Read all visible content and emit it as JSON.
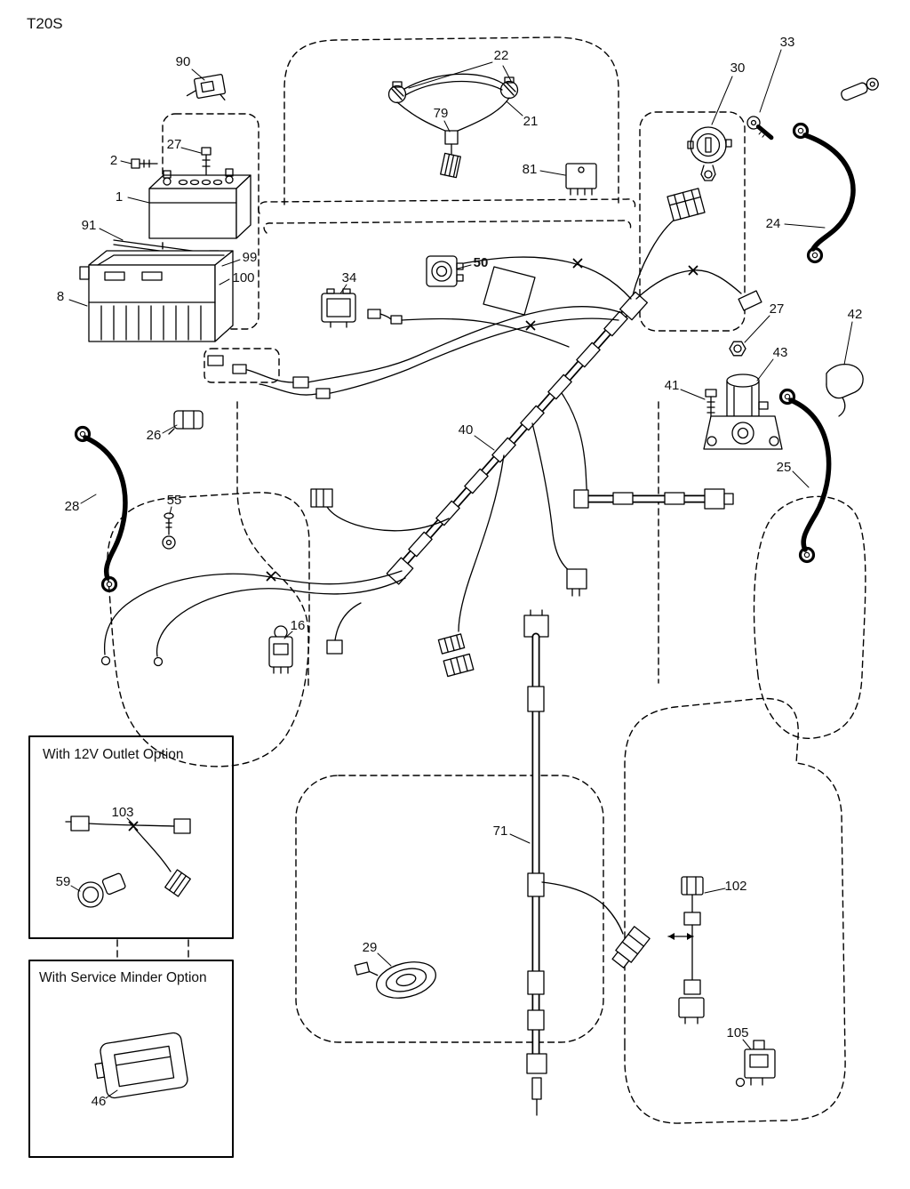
{
  "title": "T20S",
  "colors": {
    "line": "#000000",
    "text": "#111111",
    "background": "#ffffff"
  },
  "callouts": {
    "c90": "90",
    "c27a": "27",
    "c2": "2",
    "c1": "1",
    "c91": "91",
    "c99": "99",
    "c100": "100",
    "c8": "8",
    "c22": "22",
    "c79": "79",
    "c21": "21",
    "c81": "81",
    "c30": "30",
    "c33": "33",
    "c24": "24",
    "c34": "34",
    "c50": "50",
    "c40": "40",
    "c27b": "27",
    "c43": "43",
    "c41": "41",
    "c42": "42",
    "c25": "25",
    "c26": "26",
    "c28": "28",
    "c55": "55",
    "c16": "16",
    "c71": "71",
    "c29": "29",
    "c102": "102",
    "c105": "105",
    "c103": "103",
    "c59": "59",
    "c46": "46"
  },
  "insets": {
    "outlet_option": {
      "title": "With 12V Outlet Option"
    },
    "service_minder_option": {
      "title": "With Service Minder Option"
    }
  }
}
